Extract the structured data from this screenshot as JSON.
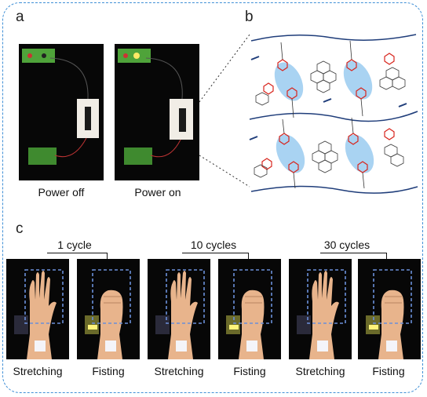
{
  "panel_labels": {
    "a": "a",
    "b": "b",
    "c": "c"
  },
  "panel_a": {
    "captions": [
      "Power off",
      "Power on"
    ]
  },
  "panel_c": {
    "groups": [
      {
        "cycle_label": "1 cycle",
        "captions": [
          "Stretching",
          "Fisting"
        ]
      },
      {
        "cycle_label": "10 cycles",
        "captions": [
          "Stretching",
          "Fisting"
        ]
      },
      {
        "cycle_label": "30 cycles",
        "captions": [
          "Stretching",
          "Fisting"
        ]
      }
    ]
  },
  "colors": {
    "frame": "#3f8fd6",
    "dash_box": "#6b8fd9",
    "polymer_chain": "#1f3d7a",
    "highlight": "#a9d3f2",
    "molecule_red": "#d8261e",
    "molecule_dark": "#3a3a3a"
  }
}
